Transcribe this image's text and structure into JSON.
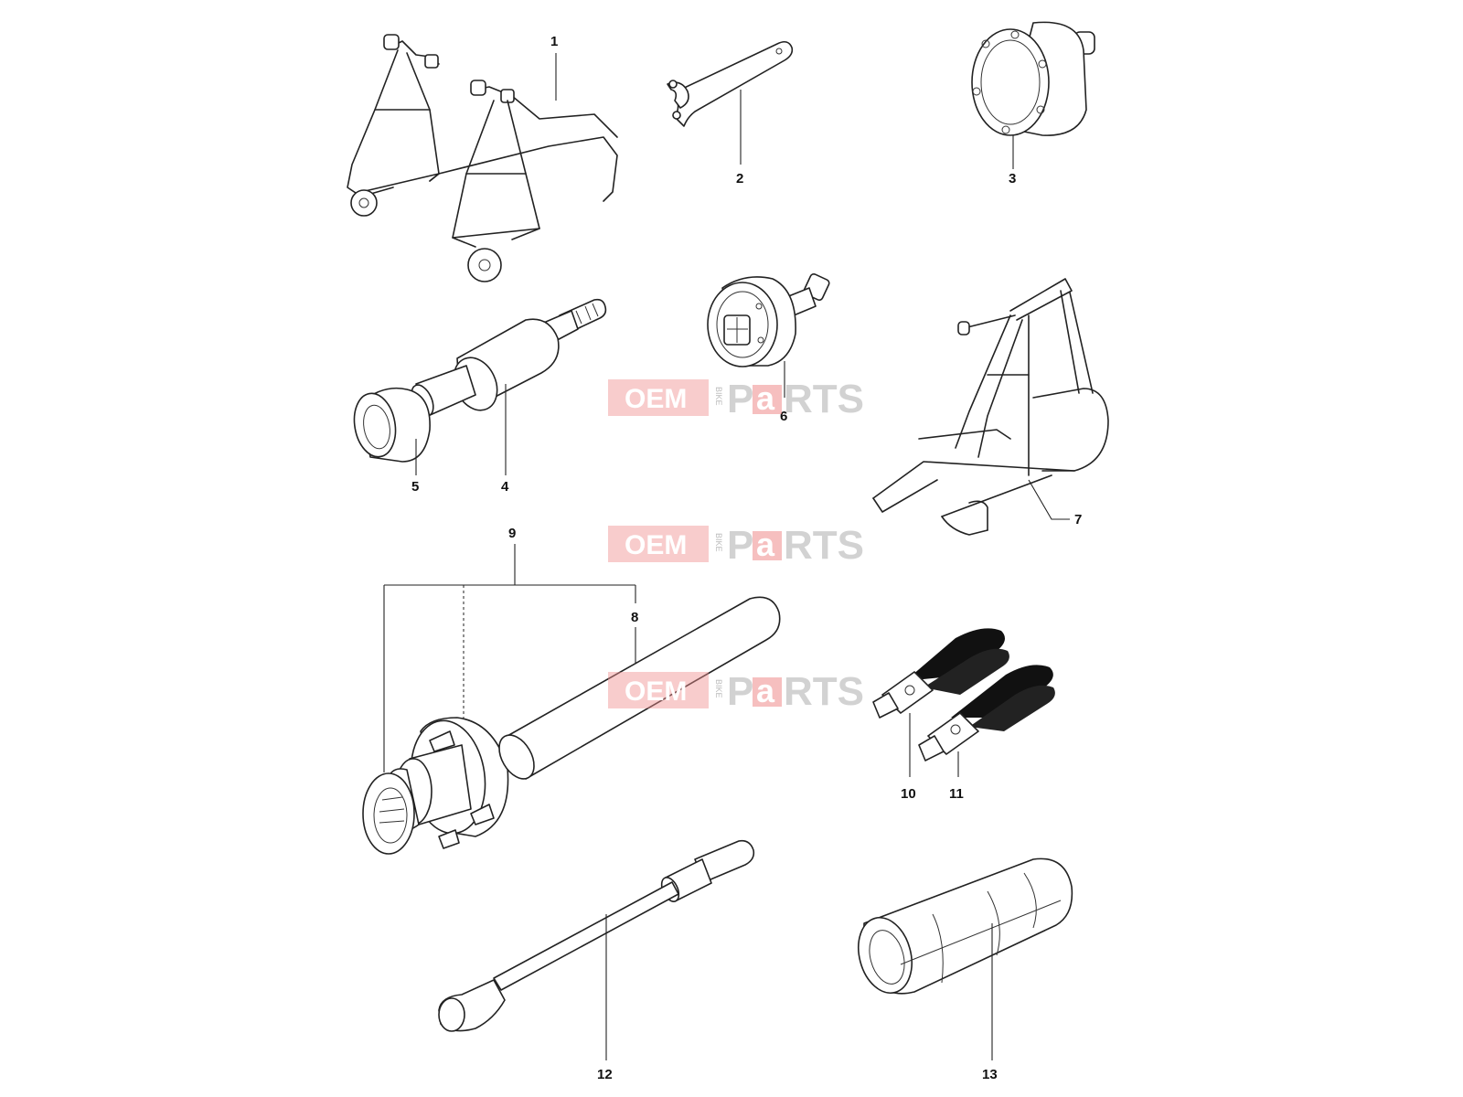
{
  "diagram": {
    "parts": [
      {
        "id": "1",
        "label": "1",
        "icon": "paddock-stand-front"
      },
      {
        "id": "2",
        "label": "2",
        "icon": "pin-spanner"
      },
      {
        "id": "3",
        "label": "3",
        "icon": "flywheel-holder"
      },
      {
        "id": "4",
        "label": "4",
        "icon": "puller-body"
      },
      {
        "id": "5",
        "label": "5",
        "icon": "bush-ring"
      },
      {
        "id": "6",
        "label": "6",
        "icon": "extractor"
      },
      {
        "id": "7",
        "label": "7",
        "icon": "paddock-stand-rear"
      },
      {
        "id": "8",
        "label": "8",
        "icon": "drift-tube"
      },
      {
        "id": "9",
        "label": "9",
        "icon": "hub-tool-kit"
      },
      {
        "id": "10",
        "label": "10",
        "icon": "clamp-pliers"
      },
      {
        "id": "11",
        "label": "11",
        "icon": "clamp-pliers"
      },
      {
        "id": "12",
        "label": "12",
        "icon": "drift-rod"
      },
      {
        "id": "13",
        "label": "13",
        "icon": "split-sleeve"
      }
    ],
    "watermark": {
      "oem": "OEM",
      "bike": "BIKE",
      "p": "P",
      "a": "a",
      "rts": "RTS"
    },
    "colors": {
      "line": "#222222",
      "watermark_red": "#f08f8f",
      "plier_handle": "#111111"
    }
  }
}
